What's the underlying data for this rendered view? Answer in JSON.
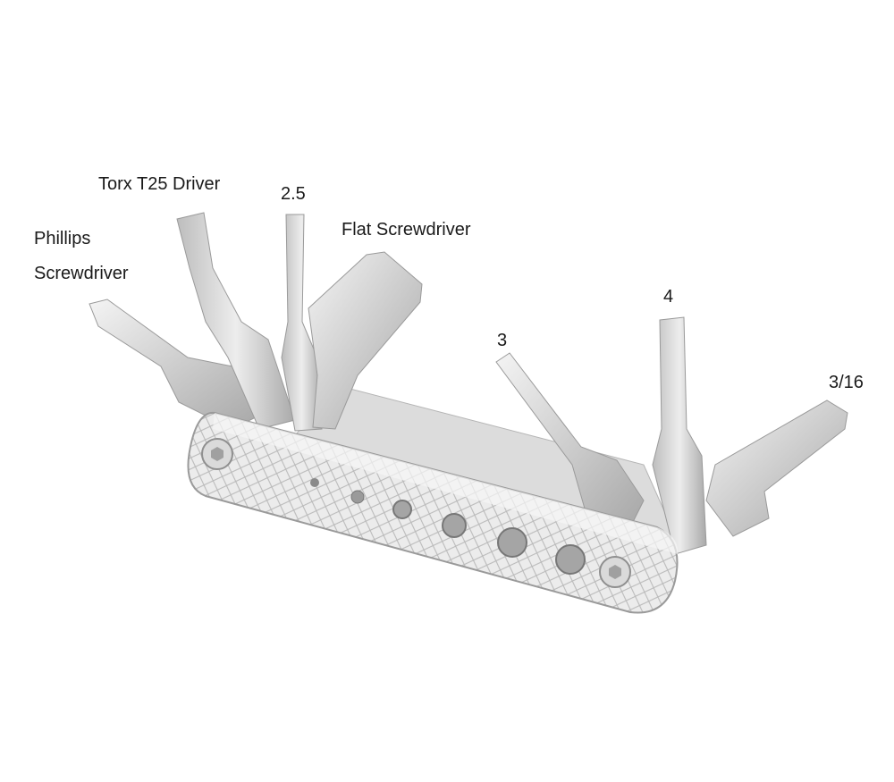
{
  "labels": {
    "phillips_line1": "Phillips",
    "phillips_line2": "Screwdriver",
    "torx": "Torx T25 Driver",
    "hex_2_5": "2.5",
    "flat": "Flat Screwdriver",
    "hex_3": "3",
    "hex_4": "4",
    "hex_3_16": "3/16"
  },
  "colors": {
    "metal_light": "#f2f2f2",
    "metal_mid": "#cfcfcf",
    "metal_dark": "#9a9a9a",
    "text": "#1a1a1a"
  }
}
